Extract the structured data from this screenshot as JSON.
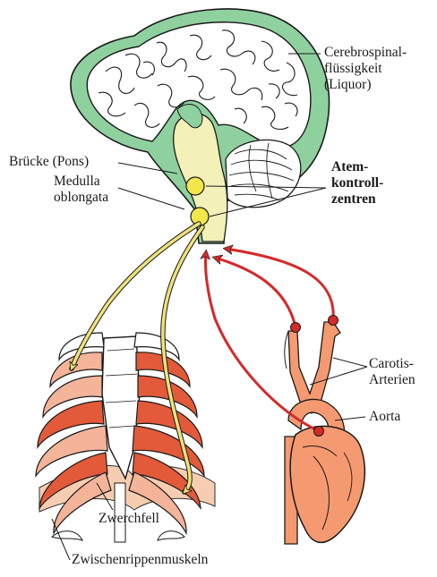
{
  "colors": {
    "csf_green": "#8fd19e",
    "brain_fill": "#ffffff",
    "brainstem_yellow": "#f3f0b8",
    "center_yellow": "#f2e64a",
    "nerve_yellow": "#f0e27a",
    "artery_red": "#d42a2a",
    "rib_red": "#e25a3a",
    "rib_light": "#f3b49a",
    "heart_fill": "#f59a70",
    "diaphragm": "#f6c8a8",
    "outline": "#1a1a1a"
  },
  "labels": {
    "csf": [
      "Cerebrospinal-",
      "flüssigkeit",
      "(Liquor)"
    ],
    "pons": "Brücke (Pons)",
    "medulla": [
      "Medulla",
      "oblongata"
    ],
    "respiratory_centers": [
      "Atem-",
      "kontroll-",
      "zentren"
    ],
    "carotid": [
      "Carotis-",
      "Arterien"
    ],
    "aorta": "Aorta",
    "diaphragm": "Zwerchfell",
    "intercostal": "Zwischenrippenmuskeln"
  }
}
